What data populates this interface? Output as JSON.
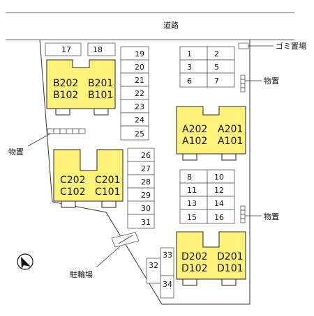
{
  "road_label": "道路",
  "garbage_label": "ゴミ置場",
  "storage_label": "物置",
  "bicycle_label": "駐輪場",
  "buildings": {
    "A": [
      "A202",
      "A201",
      "A102",
      "A101"
    ],
    "B": [
      "B202",
      "B201",
      "B102",
      "B101"
    ],
    "C": [
      "C202",
      "C201",
      "C102",
      "C101"
    ],
    "D": [
      "D202",
      "D201",
      "D102",
      "D101"
    ]
  },
  "parking": {
    "top_pair": [
      "17",
      "18"
    ],
    "col_19_25": [
      "19",
      "20",
      "21",
      "22",
      "23",
      "24",
      "25"
    ],
    "grid_1_7": [
      "1",
      "2",
      "3",
      "5",
      "6",
      "7"
    ],
    "col_26_31": [
      "26",
      "27",
      "28",
      "29",
      "30",
      "31"
    ],
    "grid_8_16": [
      "8",
      "10",
      "11",
      "12",
      "13",
      "14",
      "15",
      "16"
    ],
    "bottom": [
      "32",
      "33",
      "34"
    ]
  },
  "colors": {
    "building": "#fff27a",
    "line": "#333333"
  },
  "compass_icon": "north-arrow-icon"
}
